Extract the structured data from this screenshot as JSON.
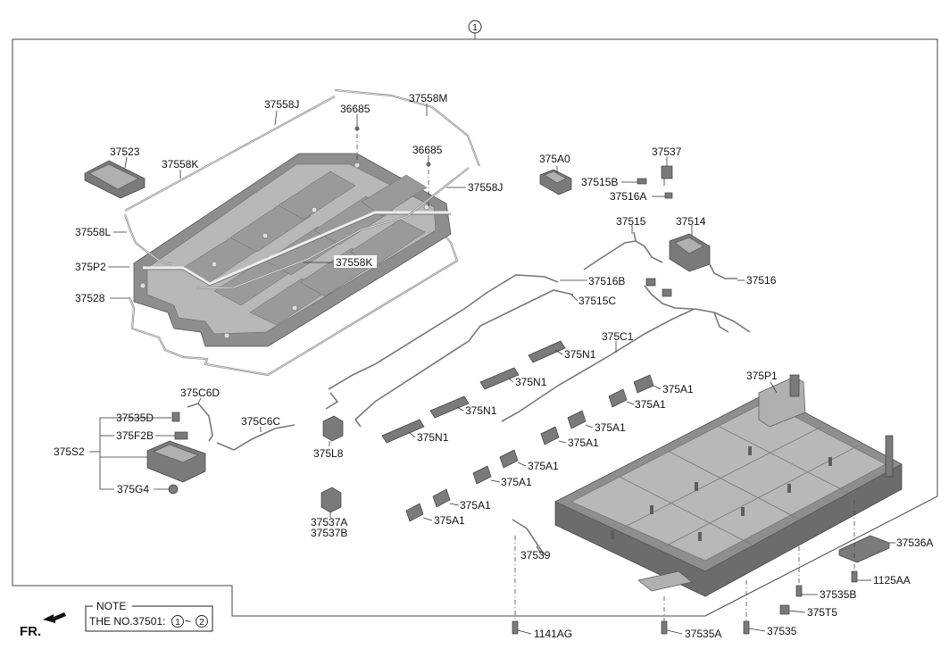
{
  "assembly_ref": "1",
  "labels": {
    "l37558J_top": "37558J",
    "l37558M": "37558M",
    "l36685_a": "36685",
    "l36685_b": "36685",
    "l37523": "37523",
    "l37558K_left": "37558K",
    "l37558J_right": "37558J",
    "l37558L": "37558L",
    "l375P2": "375P2",
    "l37558K_mid": "37558K",
    "l37528": "37528",
    "l375A0": "375A0",
    "l37537": "37537",
    "l37515B": "37515B",
    "l37516A": "37516A",
    "l37515": "37515",
    "l37514": "37514",
    "l37516B": "37516B",
    "l37516": "37516",
    "l37515C": "37515C",
    "l375C1": "375C1",
    "l375N1_a": "375N1",
    "l375N1_b": "375N1",
    "l375N1_c": "375N1",
    "l375N1_d": "375N1",
    "l375C6D": "375C6D",
    "l375C6C": "375C6C",
    "l37535D": "37535D",
    "l375F2B": "375F2B",
    "l375S2": "375S2",
    "l375G4": "375G4",
    "l375L8": "375L8",
    "l37537A": "37537A",
    "l37537B": "37537B",
    "l375P1": "375P1",
    "l375A1_a": "375A1",
    "l375A1_b": "375A1",
    "l375A1_c": "375A1",
    "l375A1_d": "375A1",
    "l375A1_e": "375A1",
    "l375A1_f": "375A1",
    "l375A1_g": "375A1",
    "l375A1_h": "375A1",
    "l37539": "37539",
    "l37536A": "37536A",
    "l1125AA": "1125AA",
    "l37535B": "37535B",
    "l375T5": "375T5",
    "l1141AG": "1141AG",
    "l37535A": "37535A",
    "l37535": "37535"
  },
  "note": {
    "title": "NOTE",
    "line_prefix": "THE NO.37501:",
    "range_from": "1",
    "range_sep": "~",
    "range_to": "2"
  },
  "front_label": "FR."
}
